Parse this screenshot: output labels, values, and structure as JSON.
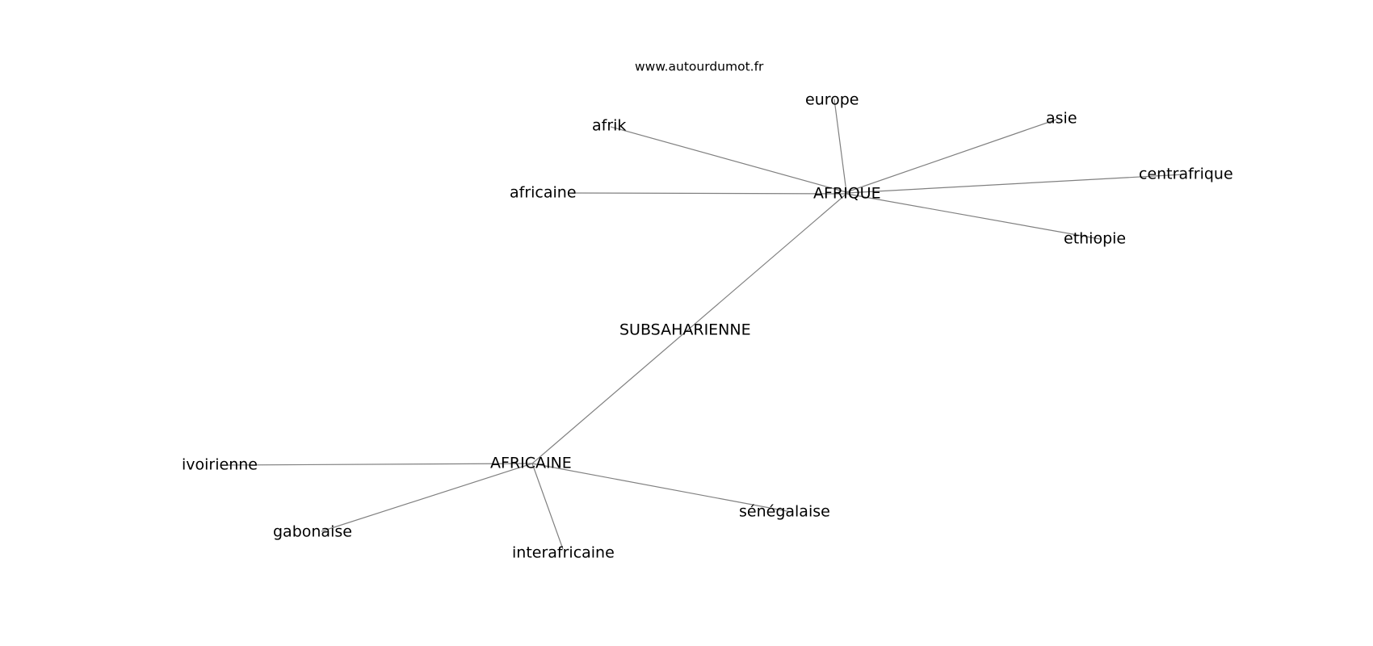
{
  "source": "www.autourdumot.fr",
  "center": "SUBSAHARIENNE",
  "hubs": [
    {
      "id": "afrique",
      "label": "AFRIQUE",
      "neighbors": [
        "afrik",
        "europe",
        "asie",
        "africaine",
        "centrafrique",
        "ethiopie"
      ]
    },
    {
      "id": "africaine-hub",
      "label": "AFRICAINE",
      "neighbors": [
        "ivoirienne",
        "gabonaise",
        "interafricaine",
        "sénégalaise"
      ]
    }
  ],
  "nodes": {
    "subsaharienne": "SUBSAHARIENNE",
    "afrique": "AFRIQUE",
    "africaine_hub": "AFRICAINE",
    "afrik": "afrik",
    "europe": "europe",
    "asie": "asie",
    "africaine": "africaine",
    "centrafrique": "centrafrique",
    "ethiopie": "ethiopie",
    "ivoirienne": "ivoirienne",
    "gabonaise": "gabonaise",
    "interafricaine": "interafricaine",
    "senegalaise": "sénégalaise"
  }
}
